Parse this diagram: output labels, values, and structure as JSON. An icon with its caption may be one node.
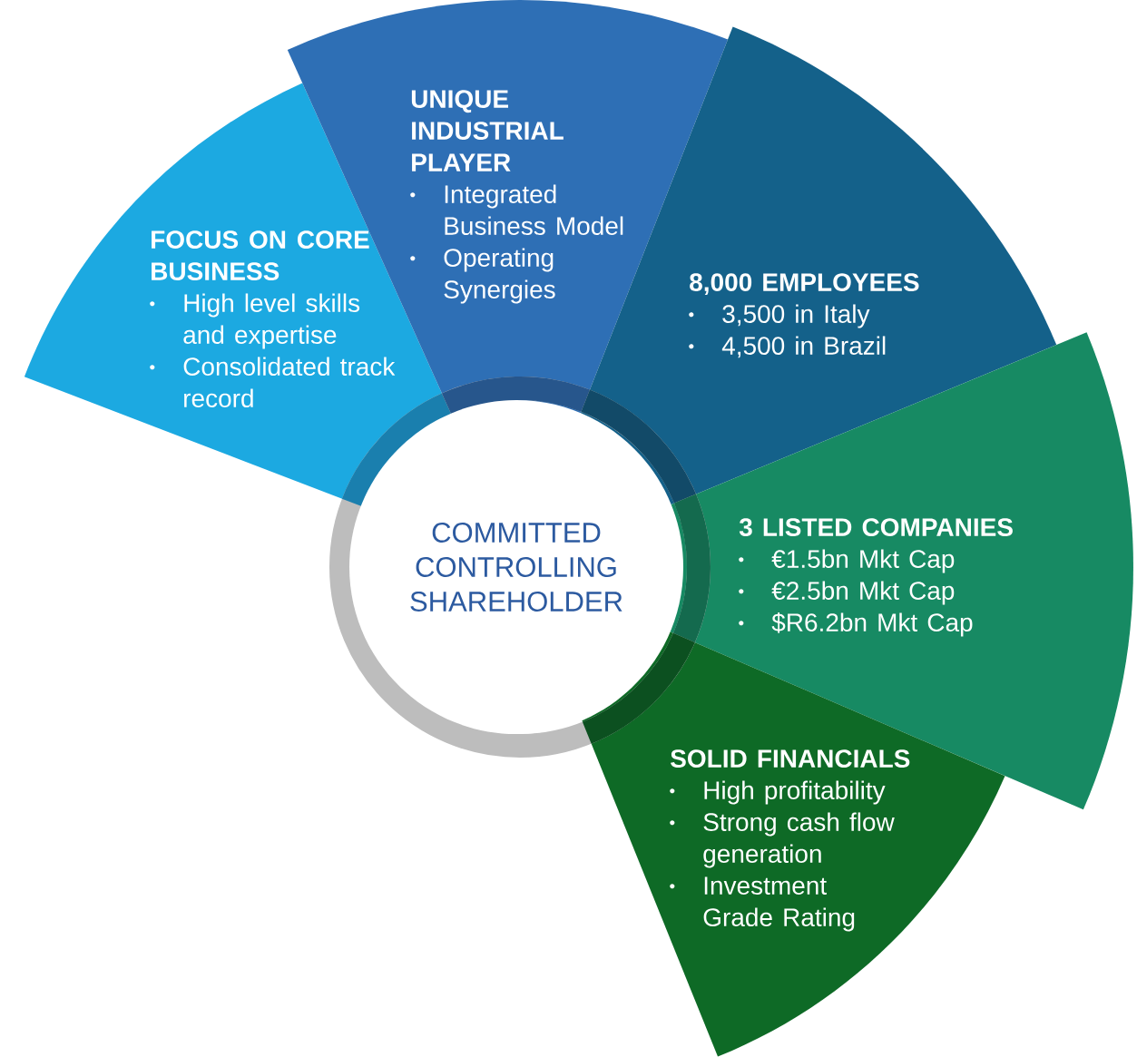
{
  "diagram": {
    "nodes": [
      {
        "text": [
          "FOCUS ON CORE BUSINESS",
          "High level skills and expertise",
          "Consolidated track record"
        ]
      },
      {
        "text": [
          "UNIQUE INDUSTRIAL PLAYER",
          "Integrated Business Model",
          "Operating Synergies"
        ]
      },
      {
        "text": [
          "8,000 EMPLOYEES",
          "3,500 in Italy",
          "4,500 in Brazil"
        ]
      },
      {
        "text": [
          "3 LISTED COMPANIES",
          "€1.5bn Mkt Cap",
          "€2.5bn Mkt Cap",
          "$R6.2bn Mkt Cap"
        ]
      },
      {
        "text": [
          "SOLID FINANCIALS",
          "High profitability",
          "Strong cash flow generation",
          "Investment Grade Rating"
        ]
      },
      {
        "text": [
          "COMMITTED CONTROLLING SHAREHOLDER"
        ]
      }
    ]
  }
}
